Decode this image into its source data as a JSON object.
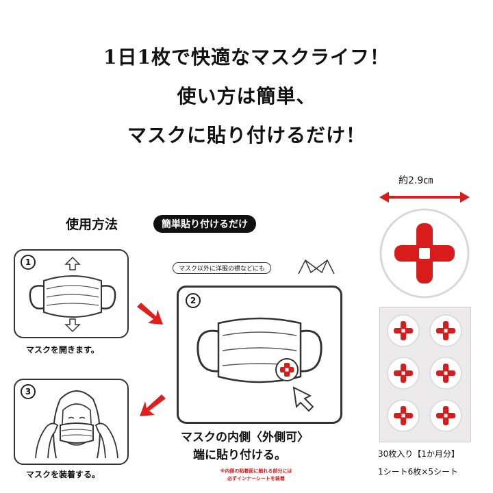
{
  "headline": {
    "line1": "1日1枚で快適なマスクライフ！",
    "line2": "使い方は簡単、",
    "line3": "マスクに貼り付けるだけ！"
  },
  "usage": {
    "title": "使用方法",
    "badge": "簡単貼り付けるだけ",
    "note": "マスク以外に洋服の襟などにも",
    "steps": [
      {
        "number": "1",
        "caption": "マスクを開きます。"
      },
      {
        "number": "2",
        "caption_line1": "マスクの内側〈外側可〉",
        "caption_line2": "端に貼り付ける。",
        "warning_line1": "※内側の粘着面に触れる部分には",
        "warning_line2": "必ずインナーシートを装着"
      },
      {
        "number": "3",
        "caption": "マスクを装着する。"
      }
    ]
  },
  "product": {
    "size_label": "約2.9㎝",
    "pack_line1": "30枚入り【1か月分】",
    "pack_line2": "1シート6枚×5シート",
    "accent_color": "#d81b1b"
  }
}
